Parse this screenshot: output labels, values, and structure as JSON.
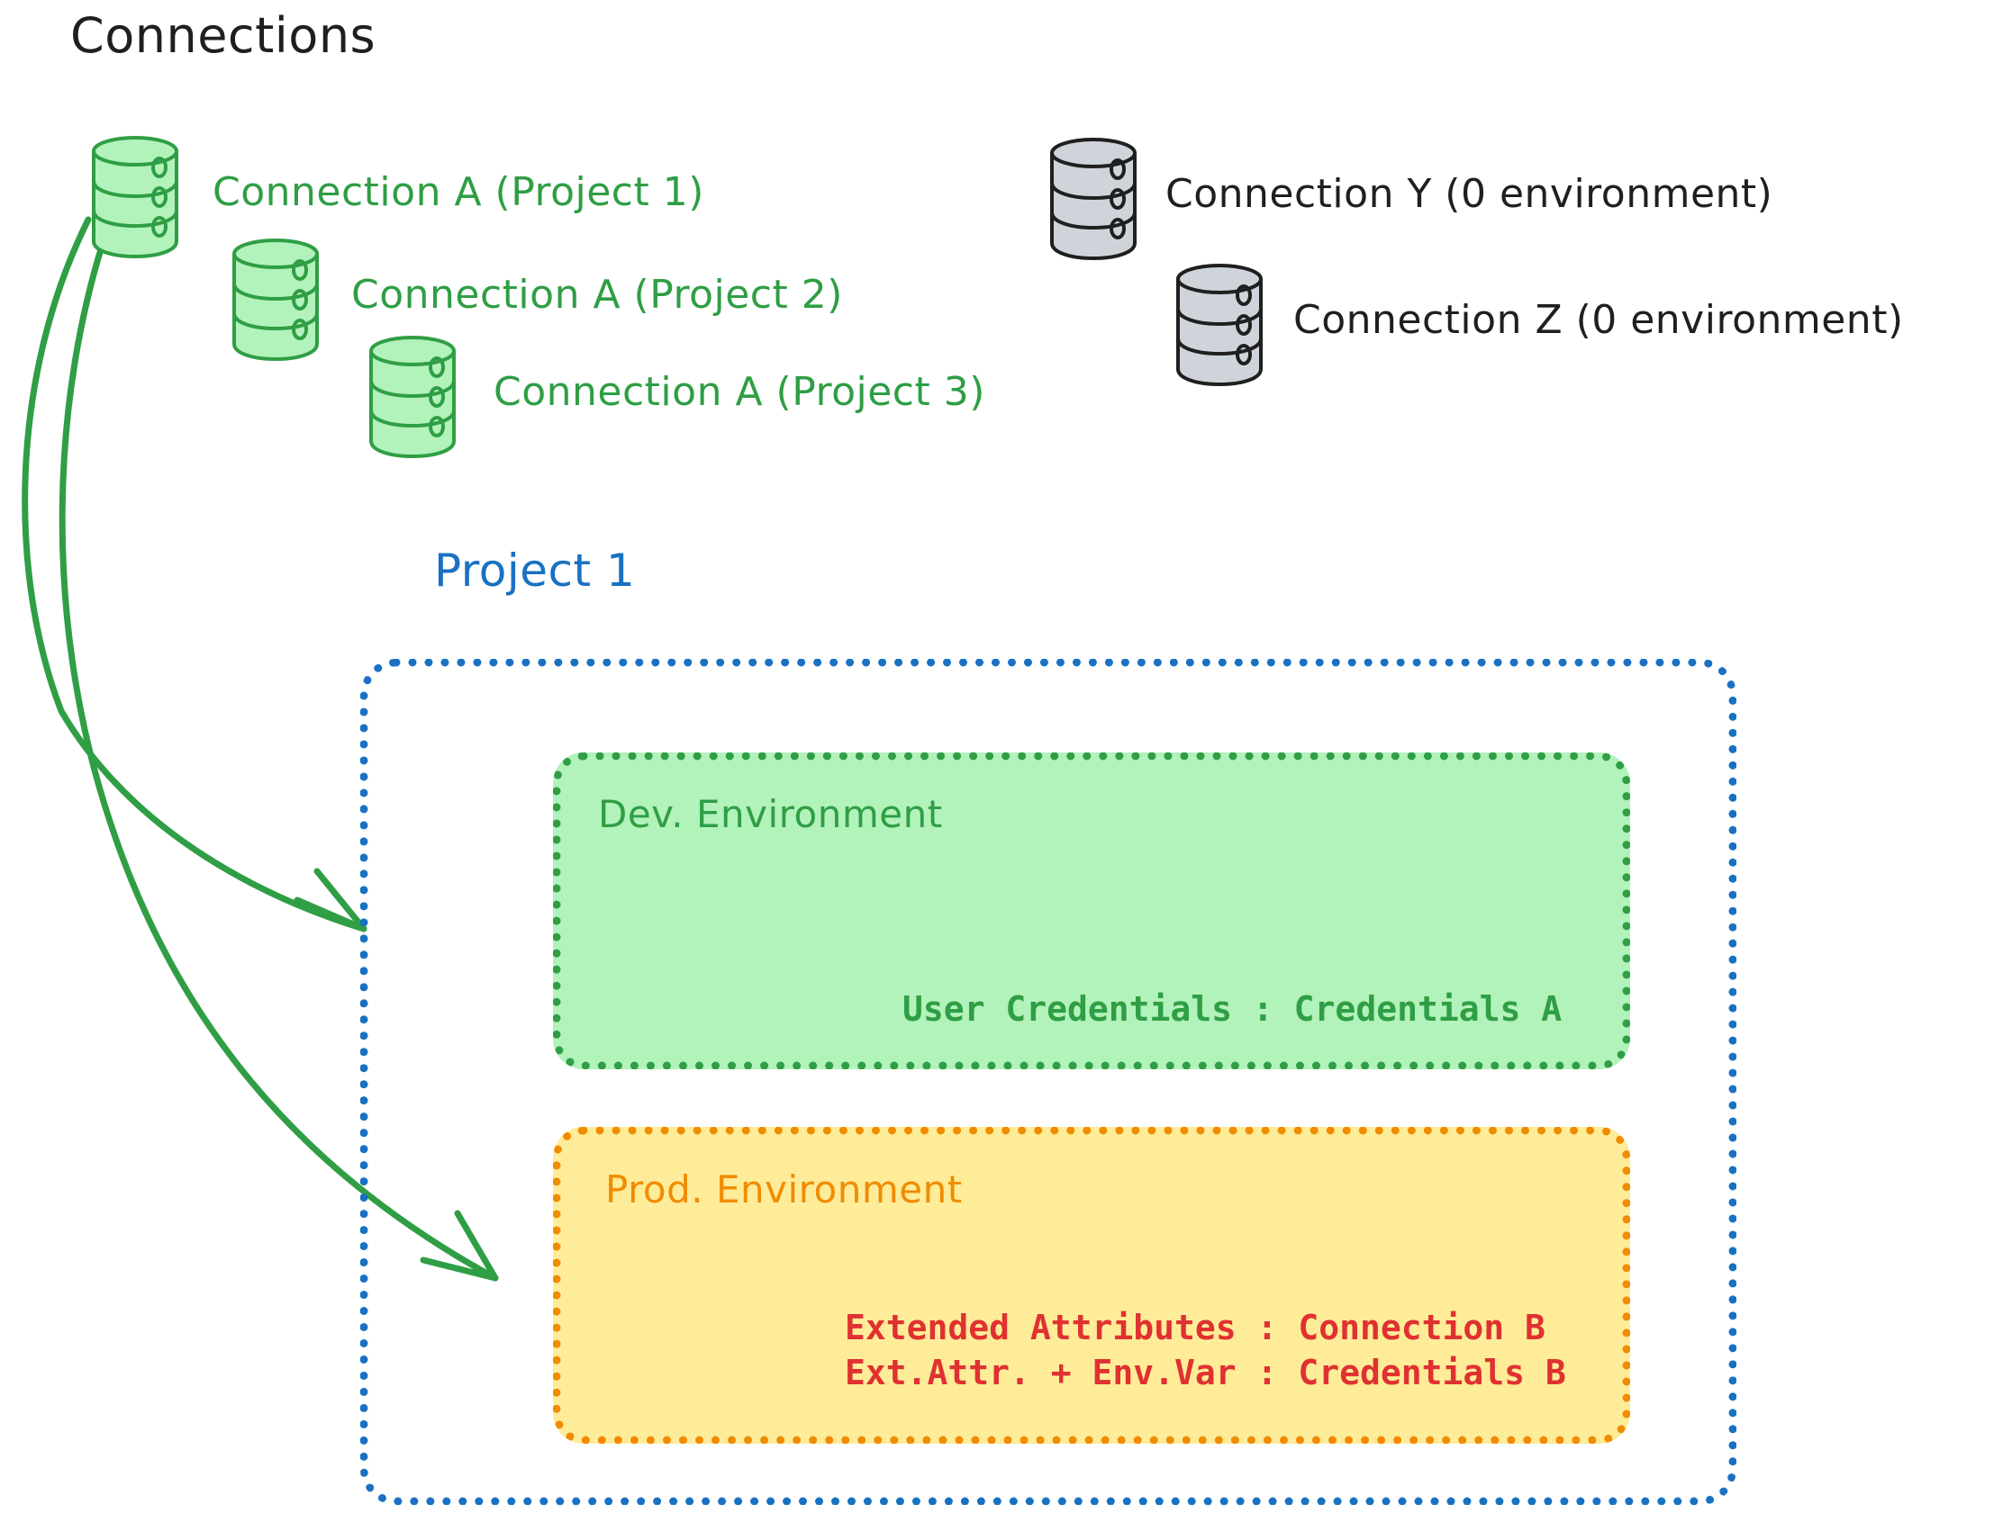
{
  "diagram": {
    "title": "Connections",
    "title_color": "#1f1f1f",
    "colors": {
      "green_stroke": "#2f9e44",
      "green_fill": "#b2f2bb",
      "blue_stroke": "#1971c2",
      "orange_stroke": "#f08c00",
      "orange_fill": "#ffec99",
      "gray_fill": "#ced4da",
      "gray_stroke": "#1f1f1f",
      "red_text": "#e03131"
    },
    "connections": [
      {
        "label": "Connection A (Project 1)",
        "color": "green",
        "icon": "database-icon"
      },
      {
        "label": "Connection A (Project 2)",
        "color": "green",
        "icon": "database-icon"
      },
      {
        "label": "Connection A (Project 3)",
        "color": "green",
        "icon": "database-icon"
      },
      {
        "label": "Connection Y (0 environment)",
        "color": "gray",
        "icon": "database-icon"
      },
      {
        "label": "Connection Z (0 environment)",
        "color": "gray",
        "icon": "database-icon"
      }
    ],
    "project": {
      "title": "Project 1",
      "environments": [
        {
          "title": "Dev. Environment",
          "color": "green",
          "lines": [
            "User Credentials : Credentials A"
          ]
        },
        {
          "title": "Prod. Environment",
          "color": "orange",
          "lines": [
            "Extended Attributes : Connection B",
            "Ext.Attr. + Env.Var : Credentials B"
          ]
        }
      ]
    },
    "arrows": [
      {
        "name": "arrow-connection-a-to-dev",
        "from": "Connection A (Project 1)",
        "to": "Dev. Environment"
      },
      {
        "name": "arrow-connection-a-to-prod",
        "from": "Connection A (Project 1)",
        "to": "Prod. Environment"
      }
    ]
  }
}
